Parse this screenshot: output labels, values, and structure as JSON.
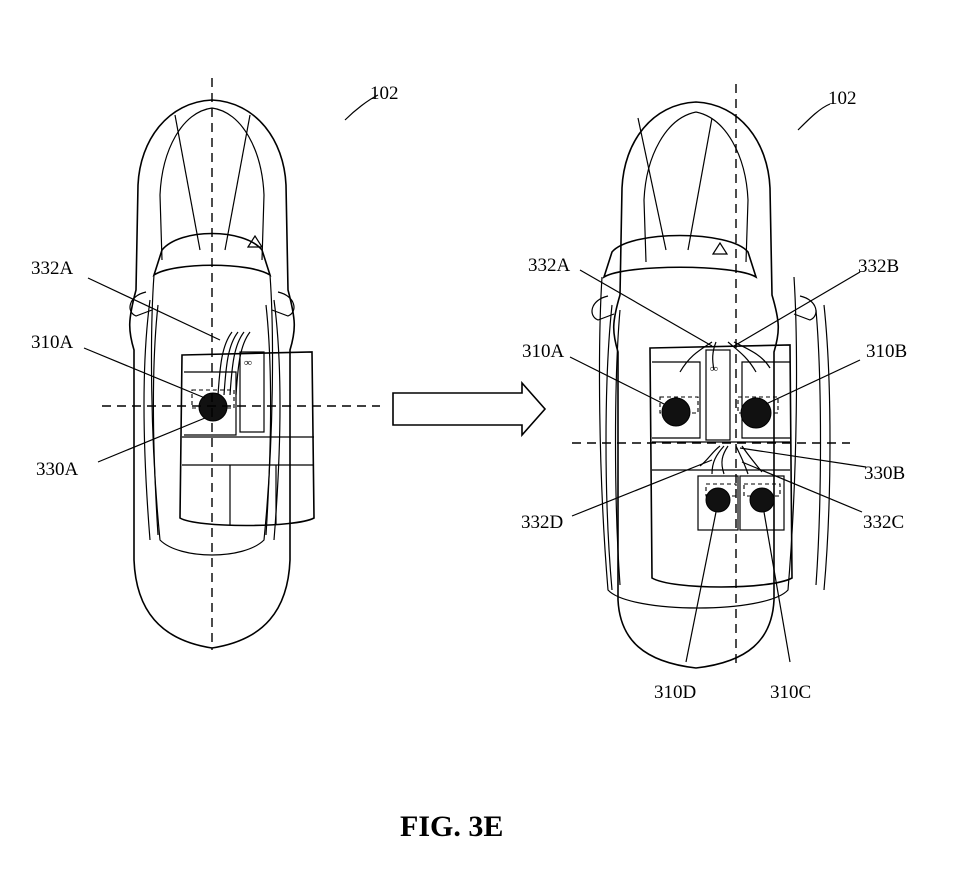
{
  "figure": {
    "caption": "FIG. 3E",
    "left_vehicle": {
      "ref": "102",
      "labels": {
        "wires": "332A",
        "device": "310A",
        "zone": "330A"
      }
    },
    "right_vehicle": {
      "ref": "102",
      "labels": {
        "wires_a": "332A",
        "wires_b": "332B",
        "device_a": "310A",
        "device_b": "310B",
        "zone_b": "330B",
        "wires_c": "332C",
        "wires_d": "332D",
        "device_d": "310D",
        "device_c": "310C"
      }
    }
  }
}
